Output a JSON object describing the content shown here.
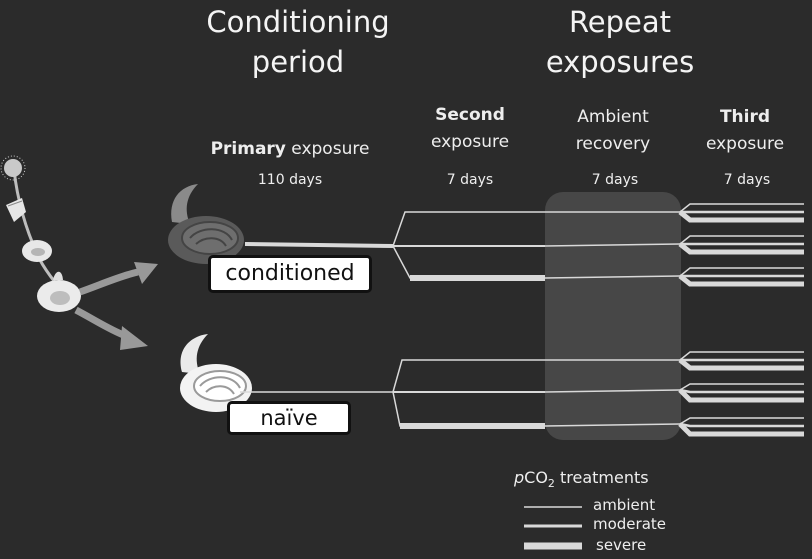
{
  "headers": {
    "conditioning_line1": "Conditioning",
    "conditioning_line2": "period",
    "repeat_line1": "Repeat",
    "repeat_line2": "exposures"
  },
  "columns": {
    "primary_bold": "Primary",
    "primary_rest": " exposure",
    "primary_days": "110 days",
    "second_bold": "Second",
    "second_rest": "exposure",
    "second_days": "7 days",
    "ambient_line1": "Ambient",
    "ambient_line2": "recovery",
    "ambient_days": "7 days",
    "third_bold": "Third",
    "third_rest": "exposure",
    "third_days": "7 days"
  },
  "groups": {
    "conditioned": "conditioned",
    "naive": "naïve"
  },
  "legend": {
    "title_italic": "p",
    "title_main": "CO",
    "title_sub": "2",
    "title_rest": " treatments",
    "items": [
      "ambient",
      "moderate",
      "severe"
    ]
  },
  "colors": {
    "background": "#2b2b2b",
    "line": "#d9d9d9",
    "arrow": "#9a9a9a",
    "recovery_band": "#4a4a4a"
  }
}
